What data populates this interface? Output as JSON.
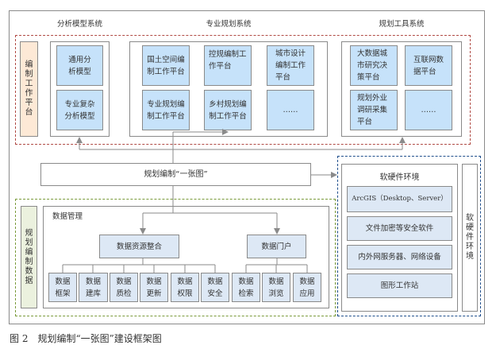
{
  "diagram": {
    "outer_frame_label": "",
    "top_section": {
      "side_label": "编制工作平台",
      "groups": [
        {
          "title": "分析模型系统",
          "items": [
            "通用分析模型",
            "专业复杂分析模型"
          ]
        },
        {
          "title": "专业规划系统",
          "items": [
            "国土空间编制工作平台",
            "控规编制工作平台",
            "城市设计编制工作平台",
            "专业规划编制工作平台",
            "乡村规划编制工作平台",
            "……"
          ]
        },
        {
          "title": "规划工具系统",
          "items": [
            "大数据城市研究决策平台",
            "互联网数据平台",
            "规划外业调研采集平台",
            "……"
          ]
        }
      ]
    },
    "center_box": "规划编制“一张图”",
    "data_section": {
      "side_label": "规划编制数据",
      "container_title": "数据管理",
      "integration": {
        "label": "数据资源整合",
        "children": [
          "数据框架",
          "数据建库",
          "数据质检",
          "数据更新",
          "数据权限",
          "数据安全"
        ]
      },
      "portal": {
        "label": "数据门户",
        "children": [
          "数据检索",
          "数据浏览",
          "数据应用"
        ]
      }
    },
    "env_section": {
      "title": "软硬件环境",
      "side_label": "软硬件环境",
      "items": [
        "ArcGIS（Desktop、Server）",
        "文件加密等安全软件",
        "内外网服务器、网络设备",
        "图形工作站"
      ]
    },
    "caption": "图 2　规划编制“一张图”建设框架图"
  }
}
